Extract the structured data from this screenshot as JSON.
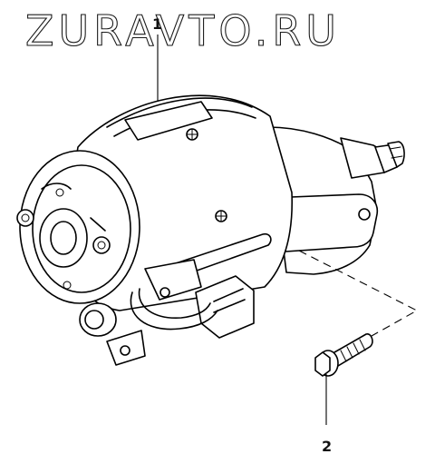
{
  "watermark": {
    "text": "ZURAVTO.RU"
  },
  "callouts": [
    {
      "id": "1",
      "label": "1"
    },
    {
      "id": "2",
      "label": "2"
    }
  ],
  "colors": {
    "line": "#000000",
    "background": "#ffffff"
  },
  "icons": [
    "starter-motor-illustration",
    "flange-bolt-illustration"
  ]
}
